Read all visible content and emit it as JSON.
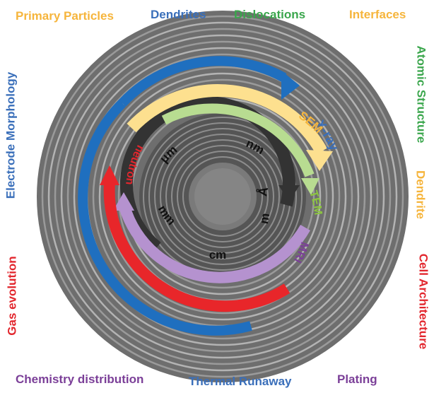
{
  "outer_labels": {
    "primary_particles": "Primary Particles",
    "dendrites": "Dendrites",
    "dislocations": "Dislocations",
    "interfaces": "Interfaces",
    "electrode_morphology": "Electrode Morphology",
    "atomic_structure": "Atomic Structure",
    "dendrite": "Dendrite",
    "gas_evolution": "Gas evolution",
    "cell_architecture": "Cell Architecture",
    "chemistry_distribution": "Chemistry distribution",
    "thermal_runaway": "Thermal Runaway",
    "plating": "Plating"
  },
  "techniques": {
    "xray": "X-ray",
    "sem": "SEM",
    "tem": "TEM",
    "mri": "MRI",
    "neutron": "neutron"
  },
  "scales": {
    "um": "μm",
    "nm": "nm",
    "angstrom": "Å",
    "m": "m",
    "mm": "mm",
    "cm": "cm"
  },
  "colors": {
    "orange": "#f6b53c",
    "blue": "#3a6fba",
    "green": "#3aa64c",
    "yellow": "#fcd983",
    "purple": "#7b3f98",
    "red": "#e2262d",
    "arc_blue": "#1f6fbf",
    "arc_yellow": "#fde08f",
    "arc_green": "#b8dc91",
    "arc_purple": "#b592cf",
    "arc_red": "#e8262a"
  }
}
